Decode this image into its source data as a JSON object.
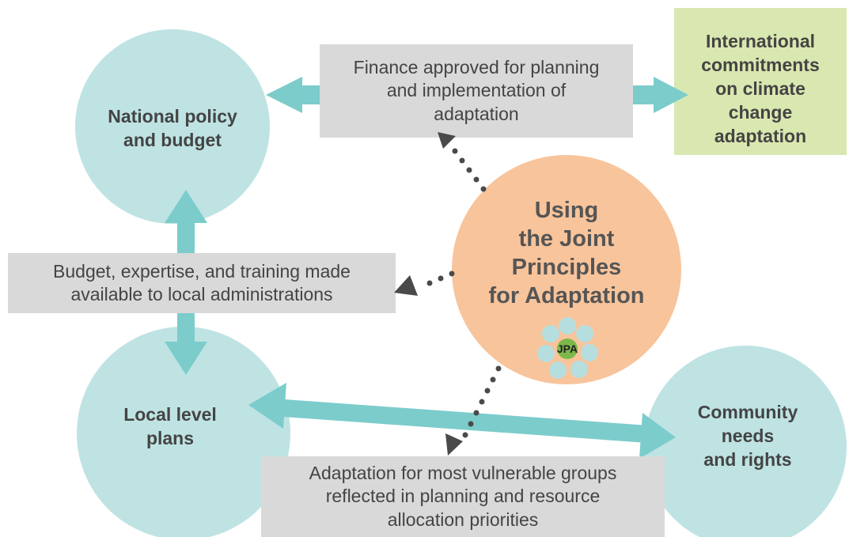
{
  "diagram": {
    "center": {
      "title": "Using\nthe Joint\nPrinciples\nfor Adaptation",
      "logo_text": "JPA"
    },
    "nodes": {
      "national": "National policy\nand budget",
      "local": "Local level\nplans",
      "community": "Community\nneeds\nand rights",
      "international": "International\ncommitments\non climate\nchange\nadaptation"
    },
    "boxes": {
      "finance": "Finance approved for planning\nand implementation of\nadaptation",
      "budget": "Budget, expertise, and training made\navailable to local administrations",
      "vulnerable": "Adaptation for most vulnerable groups\nreflected in planning and resource\nallocation priorities"
    },
    "colors": {
      "circle": "#bfe3e3",
      "arrow": "#7ccccc",
      "box": "#d9d9d9",
      "center": "#f8c49b",
      "international": "#d9e8b0",
      "dots": "#4a4a4a",
      "petal": "#b7dede",
      "logo_core": "#7db84b"
    }
  }
}
